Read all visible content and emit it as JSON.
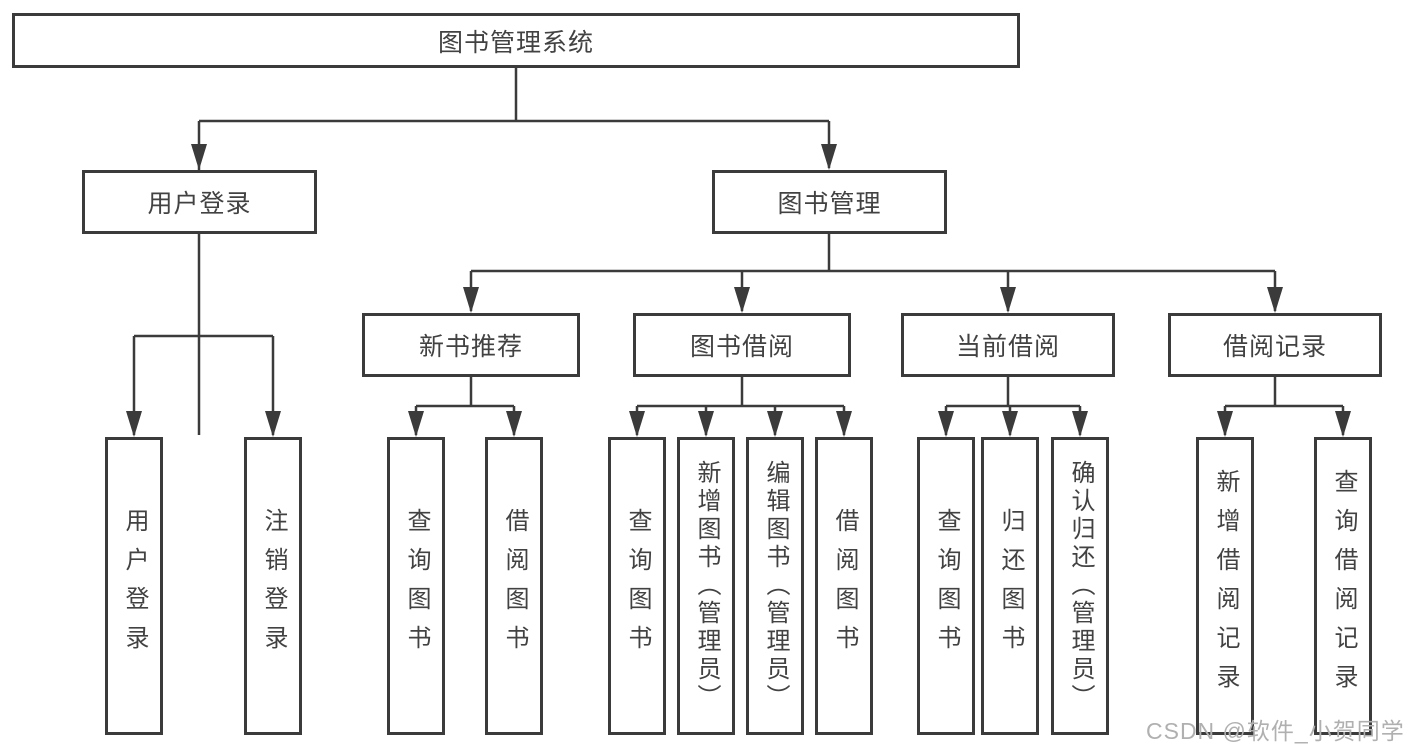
{
  "diagram": {
    "root": {
      "label": "图书管理系统"
    },
    "level2": [
      {
        "label": "用户登录",
        "children": [
          {
            "label": "用户登录"
          },
          {
            "label": "注销登录"
          }
        ]
      },
      {
        "label": "图书管理",
        "sections": [
          {
            "label": "新书推荐",
            "children": [
              {
                "label": "查询图书"
              },
              {
                "label": "借阅图书"
              }
            ]
          },
          {
            "label": "图书借阅",
            "children": [
              {
                "label": "查询图书"
              },
              {
                "label": "新增图书（管理员）"
              },
              {
                "label": "编辑图书（管理员）"
              },
              {
                "label": "借阅图书"
              }
            ]
          },
          {
            "label": "当前借阅",
            "children": [
              {
                "label": "查询图书"
              },
              {
                "label": "归还图书"
              },
              {
                "label": "确认归还（管理员）"
              }
            ]
          },
          {
            "label": "借阅记录",
            "children": [
              {
                "label": "新增借阅记录"
              },
              {
                "label": "查询借阅记录"
              }
            ]
          }
        ]
      }
    ]
  },
  "watermark": {
    "text": "CSDN @软件_小贺同学"
  },
  "colors": {
    "line": "#3b3b3b",
    "text": "#424242",
    "watermark": "#b0b0b0",
    "background": "#ffffff"
  }
}
